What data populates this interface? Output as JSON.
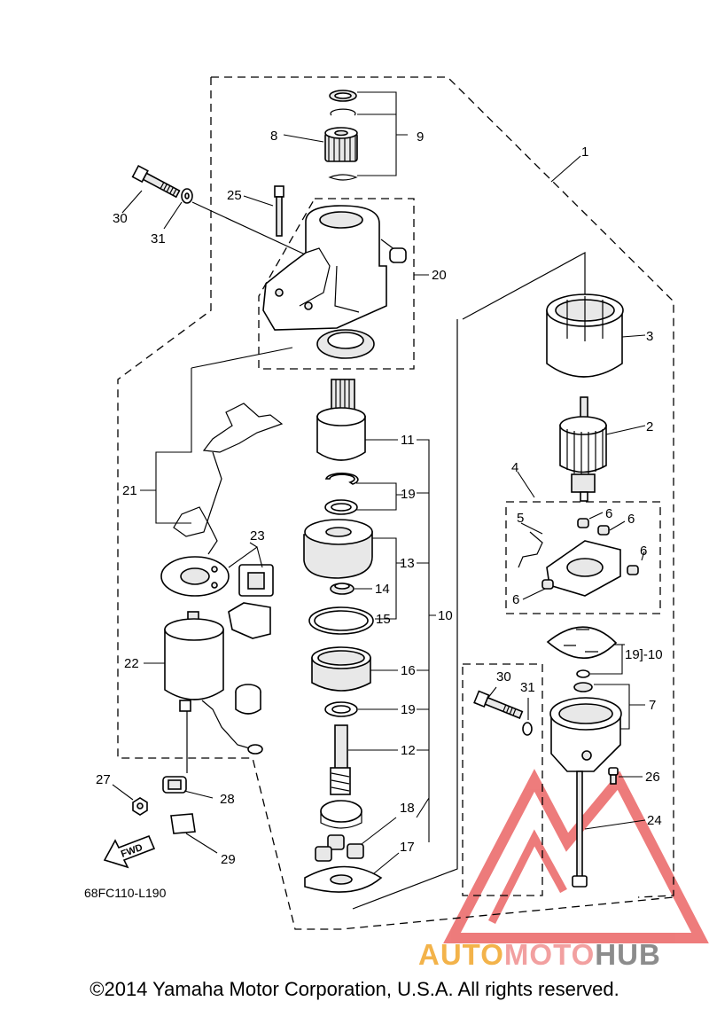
{
  "diagram_code": "68FC110-L190",
  "fwd_label": "FWD",
  "copyright": "©2014 Yamaha Motor Corporation, U.S.A. All rights reserved.",
  "watermark": {
    "part1": "AUTO",
    "part2": "MOTO",
    "part3": "HUB"
  },
  "colors": {
    "watermark_orange": "#f3b34a",
    "watermark_pink": "#f2a0a0",
    "watermark_gray": "#8c8c8c",
    "watermark_triangle": "#e85050"
  },
  "callouts": {
    "c1": "1",
    "c2": "2",
    "c3": "3",
    "c4": "4",
    "c5": "5",
    "c6a": "6",
    "c6b": "6",
    "c6c": "6",
    "c6d": "6",
    "c7": "7",
    "c8": "8",
    "c9": "9",
    "c10a": "10",
    "c10b": "19]-10",
    "c11": "11",
    "c12": "12",
    "c13": "13",
    "c14": "14",
    "c15": "15",
    "c16": "16",
    "c17": "17",
    "c18": "18",
    "c19a": "19",
    "c19b": "19",
    "c20": "20",
    "c21": "21",
    "c22": "22",
    "c23": "23",
    "c24": "24",
    "c25": "25",
    "c26": "26",
    "c27": "27",
    "c28": "28",
    "c29": "29",
    "c30a": "30",
    "c30b": "30",
    "c31a": "31",
    "c31b": "31"
  }
}
